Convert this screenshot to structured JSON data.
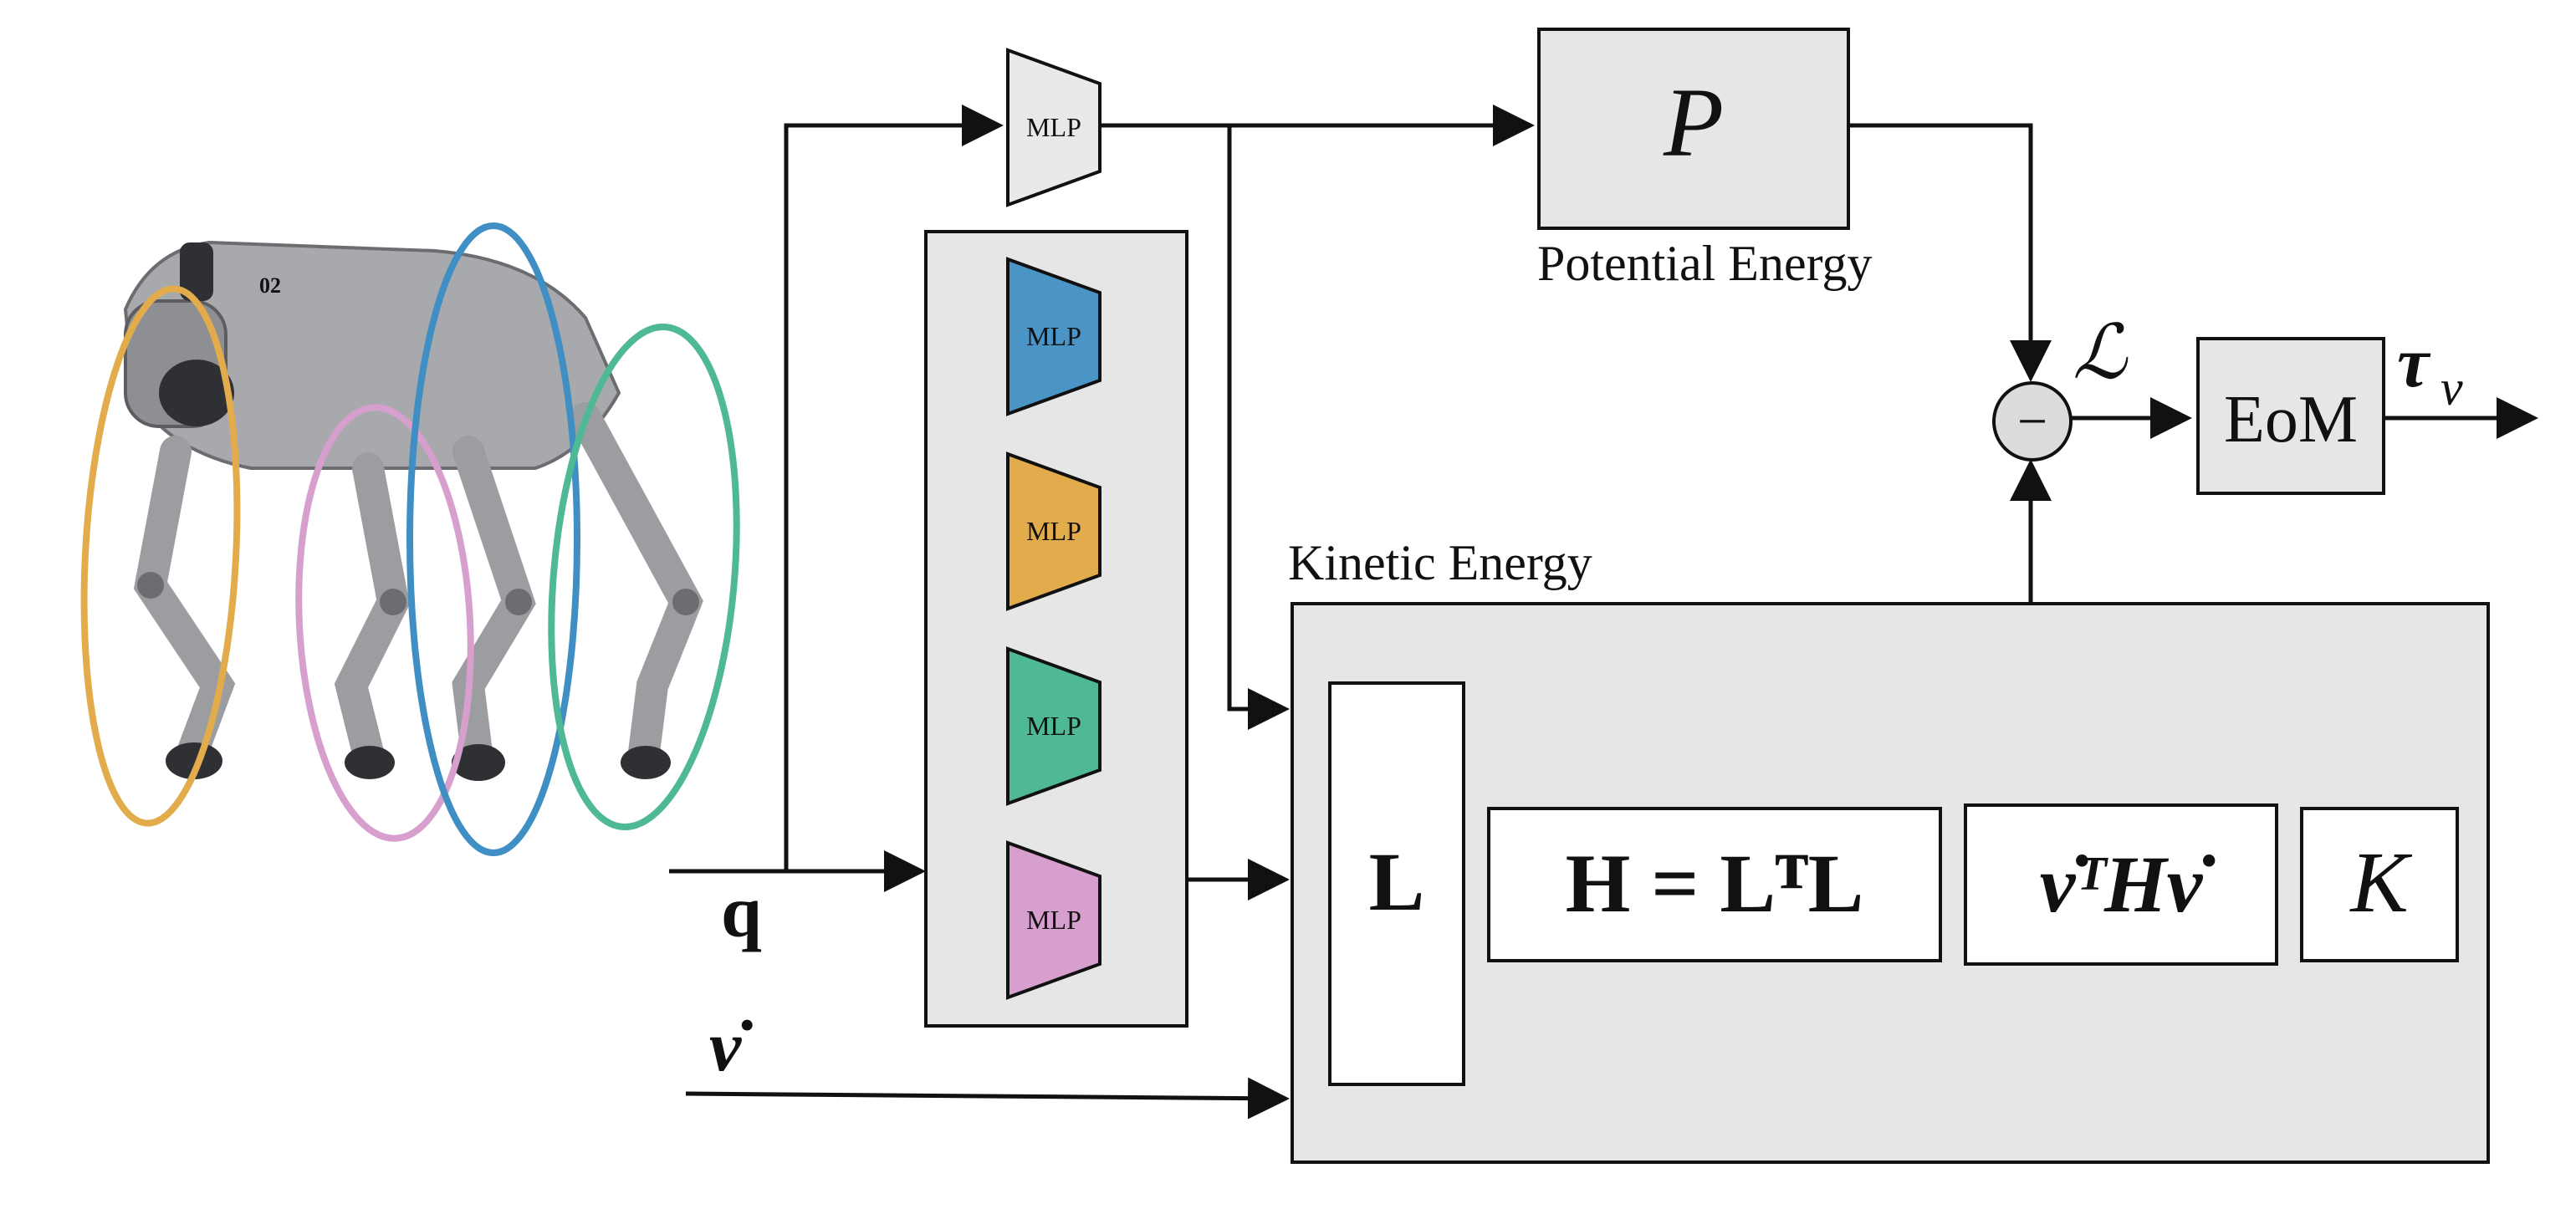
{
  "colors": {
    "box_fill": "#e6e6e6",
    "stroke": "#111111",
    "mlp_top": "#e9e9e9",
    "mlp_blue": "#4a94c6",
    "mlp_orange": "#e2ab4b",
    "mlp_green": "#4fb895",
    "mlp_pink": "#d79fcd",
    "ellipse_orange": "#e2ab4b",
    "ellipse_pink": "#d79fcd",
    "ellipse_blue": "#3f8fc4",
    "ellipse_green": "#4fb895",
    "robot_body": "#a7a9ad",
    "robot_dark": "#2f3033"
  },
  "inputs": {
    "q": "q",
    "nu_dot": "ν̇"
  },
  "mlp": {
    "top_label": "MLP",
    "stack_labels": [
      "MLP",
      "MLP",
      "MLP",
      "MLP"
    ]
  },
  "potential": {
    "symbol": "P",
    "caption": "Potential Energy"
  },
  "kinetic": {
    "caption": "Kinetic Energy",
    "L_box": "L",
    "H_box": "H = LᵀL",
    "quad_box": "ν̇ᵀHν̇",
    "K_box": "K"
  },
  "lagrangian": {
    "symbol": "ℒ",
    "minus": "−"
  },
  "eom": {
    "label": "EoM",
    "output": "τ",
    "output_sub": "ν"
  }
}
